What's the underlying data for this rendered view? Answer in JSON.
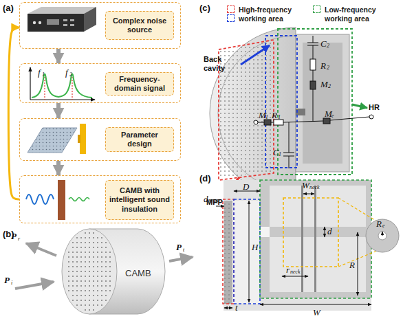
{
  "diagram": {
    "nodes": [
      {
        "text": [
          "Complex noise source"
        ]
      },
      {
        "text": [
          "Frequency-domain signal"
        ]
      },
      {
        "text": [
          "Parameter design"
        ]
      },
      {
        "text": [
          "CAMB with intelligent sound insulation"
        ]
      },
      {
        "text": [
          "CAMB"
        ]
      }
    ],
    "edges": [
      {
        "from": 0,
        "to": 1,
        "arrow": "to"
      },
      {
        "from": 1,
        "to": 2,
        "arrow": "to"
      },
      {
        "from": 2,
        "to": 3,
        "arrow": "to"
      },
      {
        "from": 3,
        "to": 0,
        "arrow": "to"
      }
    ],
    "labels": [
      "(a)",
      "f",
      "1",
      "f",
      "2",
      "(b)",
      "P",
      "r",
      "P",
      "i",
      "P",
      "t",
      "(c)",
      "Back cavity",
      "HR",
      "MPP",
      "C",
      "2",
      "R",
      "2",
      "M",
      "2",
      "M",
      "1",
      "R",
      "1",
      "C",
      "1",
      "M",
      "e",
      "(d)",
      "D",
      "W",
      "neck",
      "d",
      "MPP",
      "H",
      "d",
      "r",
      "neck",
      "R",
      "t",
      "W",
      "R",
      "e"
    ],
    "legend": [
      {
        "text": "High-frequency working area"
      },
      {
        "text": "Low-frequency working area"
      }
    ]
  }
}
